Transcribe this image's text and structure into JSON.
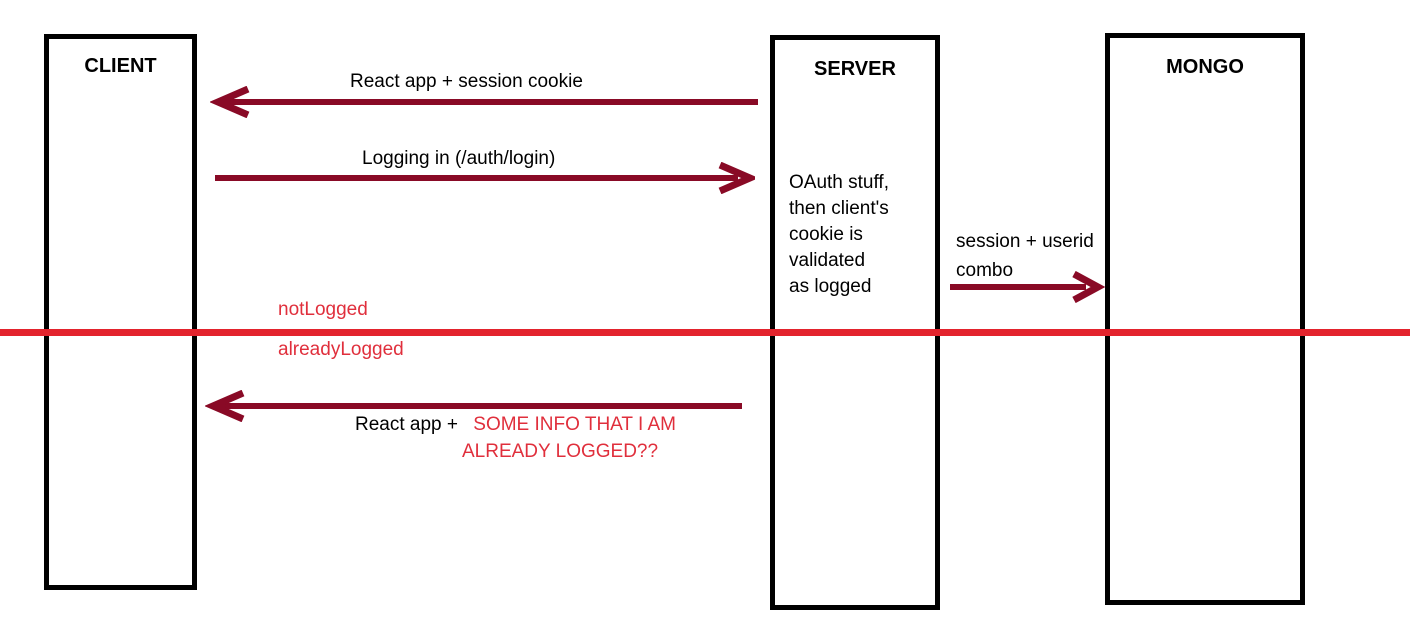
{
  "diagram": {
    "actors": [
      {
        "id": "client",
        "label": "CLIENT"
      },
      {
        "id": "server",
        "label": "SERVER",
        "note": "OAuth stuff,\nthen client's\ncookie is\nvalidated\nas logged"
      },
      {
        "id": "mongo",
        "label": "MONGO"
      }
    ],
    "messages": [
      {
        "from": "server",
        "to": "client",
        "label": "React app + session cookie"
      },
      {
        "from": "client",
        "to": "server",
        "label": "Logging in (/auth/login)"
      },
      {
        "from": "server",
        "to": "mongo",
        "label": "session + userid\ncombo"
      },
      {
        "from": "server",
        "to": "client",
        "label_black": "React app +",
        "label_red_line1": "SOME INFO THAT I AM",
        "label_red_line2": "ALREADY LOGGED??"
      }
    ],
    "divider": {
      "label_above": "notLogged",
      "label_below": "alreadyLogged"
    }
  },
  "colors": {
    "arrow": "#890a26",
    "divider_line": "#e3232d",
    "red_text": "#e02f3c",
    "box_border": "#000000",
    "text": "#000000"
  }
}
